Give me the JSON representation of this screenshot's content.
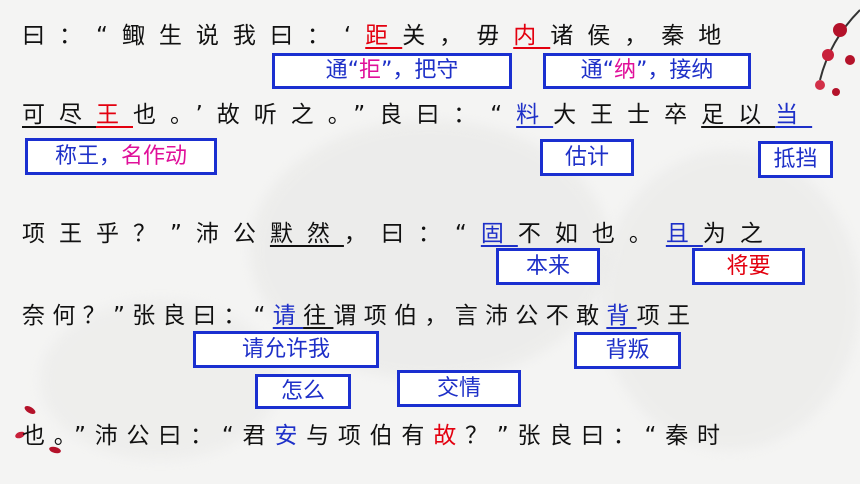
{
  "lines": [
    {
      "id": "l1",
      "segs": [
        {
          "t": "曰：“鲰生说我曰：‘",
          "c": ""
        },
        {
          "t": "距",
          "c": "red",
          "u": true
        },
        {
          "t": "关，",
          "c": ""
        },
        {
          "t": "毋",
          "c": ""
        },
        {
          "t": "内",
          "c": "red",
          "u": true
        },
        {
          "t": "诸侯，秦地",
          "c": ""
        }
      ]
    },
    {
      "id": "l2",
      "segs": [
        {
          "t": "可尽",
          "c": "",
          "u": true
        },
        {
          "t": "王",
          "c": "red",
          "u": true
        },
        {
          "t": "也。’故听之。”良曰：“",
          "c": ""
        },
        {
          "t": "料",
          "c": "blue",
          "u": true
        },
        {
          "t": "大王士卒",
          "c": ""
        },
        {
          "t": "足以",
          "c": "",
          "u": true
        },
        {
          "t": "当",
          "c": "blue",
          "u": true
        }
      ]
    },
    {
      "id": "l3",
      "segs": [
        {
          "t": "项王乎？”沛公",
          "c": ""
        },
        {
          "t": "默然",
          "c": "",
          "u": true
        },
        {
          "t": "，曰：“",
          "c": ""
        },
        {
          "t": "固",
          "c": "blue",
          "u": true
        },
        {
          "t": "不如也。",
          "c": ""
        },
        {
          "t": "且",
          "c": "blue",
          "u": true
        },
        {
          "t": "为之",
          "c": ""
        }
      ]
    },
    {
      "id": "l4",
      "segs": [
        {
          "t": "奈何？”张良曰：“",
          "c": ""
        },
        {
          "t": "请",
          "c": "blue",
          "u": true
        },
        {
          "t": "往",
          "c": "",
          "u": true
        },
        {
          "t": "谓项伯，言沛公不敢",
          "c": ""
        },
        {
          "t": "背",
          "c": "blue",
          "u": true
        },
        {
          "t": "项王",
          "c": ""
        }
      ]
    },
    {
      "id": "l5",
      "segs": [
        {
          "t": "也。”沛公曰：“君",
          "c": ""
        },
        {
          "t": "安",
          "c": "blue"
        },
        {
          "t": "与项伯有",
          "c": ""
        },
        {
          "t": "故",
          "c": "red"
        },
        {
          "t": "？”张良曰：“秦时",
          "c": ""
        }
      ]
    }
  ],
  "notes": [
    {
      "id": "n1",
      "parts": [
        {
          "t": "通“",
          "c": "blue"
        },
        {
          "t": "拒",
          "c": "mag"
        },
        {
          "t": "”，把守",
          "c": "blue"
        }
      ]
    },
    {
      "id": "n2",
      "parts": [
        {
          "t": "通“",
          "c": "blue"
        },
        {
          "t": "纳",
          "c": "mag"
        },
        {
          "t": "”，接纳",
          "c": "blue"
        }
      ]
    },
    {
      "id": "n3",
      "parts": [
        {
          "t": "称王，",
          "c": "blue"
        },
        {
          "t": "名作动",
          "c": "mag"
        }
      ]
    },
    {
      "id": "n4",
      "parts": [
        {
          "t": "估计",
          "c": "blue"
        }
      ]
    },
    {
      "id": "n5",
      "parts": [
        {
          "t": "抵挡",
          "c": "blue"
        }
      ]
    },
    {
      "id": "n6",
      "parts": [
        {
          "t": "本来",
          "c": "blue"
        }
      ]
    },
    {
      "id": "n7",
      "parts": [
        {
          "t": "将要",
          "c": "red"
        }
      ]
    },
    {
      "id": "n8",
      "parts": [
        {
          "t": "请允许我",
          "c": "blue"
        }
      ]
    },
    {
      "id": "n9",
      "parts": [
        {
          "t": "背叛",
          "c": "blue"
        }
      ]
    },
    {
      "id": "n10",
      "parts": [
        {
          "t": "怎么",
          "c": "blue"
        }
      ]
    },
    {
      "id": "n11",
      "parts": [
        {
          "t": "交情",
          "c": "blue"
        }
      ]
    }
  ]
}
